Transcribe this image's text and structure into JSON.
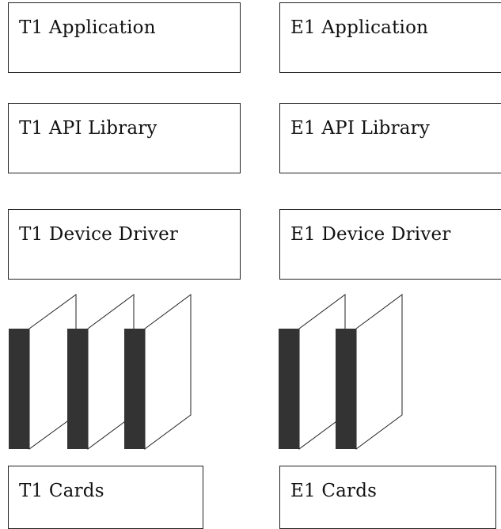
{
  "t_column": {
    "application": "T1 Application",
    "api_library": "T1 API Library",
    "device_driver": "T1 Device Driver",
    "cards": "T1 Cards"
  },
  "e_column": {
    "application": "E1 Application",
    "api_library": "E1 API Library",
    "device_driver": "E1 Device Driver",
    "cards": "E1 Cards"
  },
  "colors": {
    "border": "#222222",
    "card_edge": "#333333",
    "background": "#ffffff"
  }
}
